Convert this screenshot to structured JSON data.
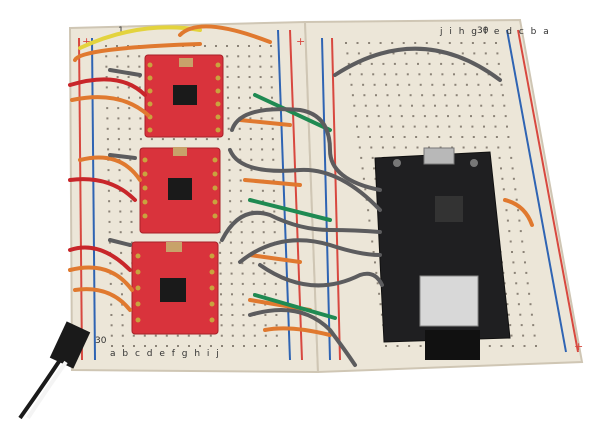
{
  "scene": {
    "background": "#ffffff",
    "breadboard_color": "#ece6d8",
    "rail_red": "#d8483f",
    "rail_blue": "#2f64b3",
    "driver_board_color": "#d9333c",
    "devkit_color": "#1f1f21",
    "wire_orange": "#e0792f",
    "wire_red": "#c8262a",
    "wire_green": "#1f8a52",
    "wire_gray": "#5c5c5e",
    "wire_yellow": "#e3d33d"
  },
  "labels": {
    "row_top_left": "1",
    "row_top_right": "30",
    "row_bottom_left": "30",
    "col_letters_bottom": "a b c d e f g h i j",
    "col_letters_top_right": "j i h g f e d c b a",
    "rail_plus": "+",
    "rail_minus": "−"
  }
}
